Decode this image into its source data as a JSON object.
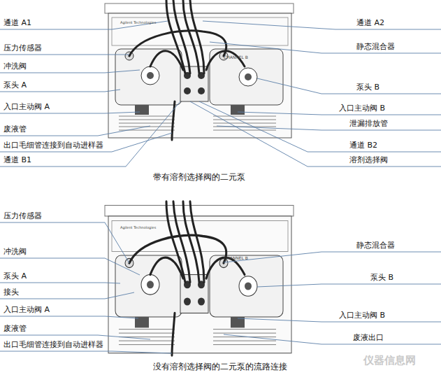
{
  "diagram": {
    "labels": [
      "通道 A1",
      "压力传感器",
      "冲洗阀",
      "泵头 A",
      "入口主动阀 A",
      "废液管",
      "出口毛细管连接到自动进样器",
      "通道 B1",
      "通道 A2",
      "静态混合器",
      "泵头 B",
      "入口主动阀 B",
      "泄漏排放管",
      "通道 B2",
      "溶剂选择阀",
      "带有溶剂选择阀的二元泵",
      "压力传感器",
      "冲洗阀",
      "泵头 A",
      "接头",
      "入口主动阀 A",
      "废液管",
      "出口毛细管连接到自动进样器",
      "静态混合器",
      "泵头 B",
      "入口主动阀 B",
      "废液出口",
      "没有溶剂选择阀的二元泵的流路连接",
      "Agilent Technologies",
      "CHANNEL B",
      "Agilent Technologies",
      "CHANNEL B",
      "仪器信息网"
    ]
  }
}
